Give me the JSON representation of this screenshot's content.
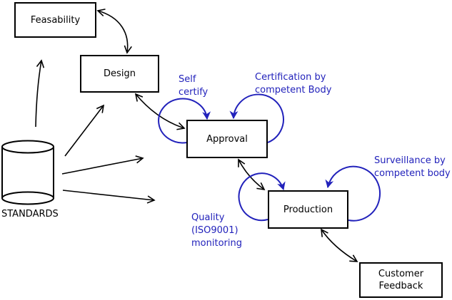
{
  "diagram": {
    "boxes": {
      "feasability": {
        "label": "Feasability"
      },
      "design": {
        "label": "Design"
      },
      "approval": {
        "label": "Approval"
      },
      "production": {
        "label": "Production"
      },
      "customer_feedback": {
        "label": "Customer\nFeedback"
      }
    },
    "datastore": {
      "label": "STANDARDS"
    },
    "annotations": {
      "self_certify": {
        "label": "Self\ncertify"
      },
      "certification": {
        "label": "Certification by\ncompetent Body"
      },
      "quality": {
        "label": "Quality\n(ISO9001)\nmonitoring"
      },
      "surveillance": {
        "label": "Surveillance by\ncompetent body"
      }
    },
    "colors": {
      "annotation_blue": "#2222bb",
      "line_black": "#000000"
    }
  }
}
